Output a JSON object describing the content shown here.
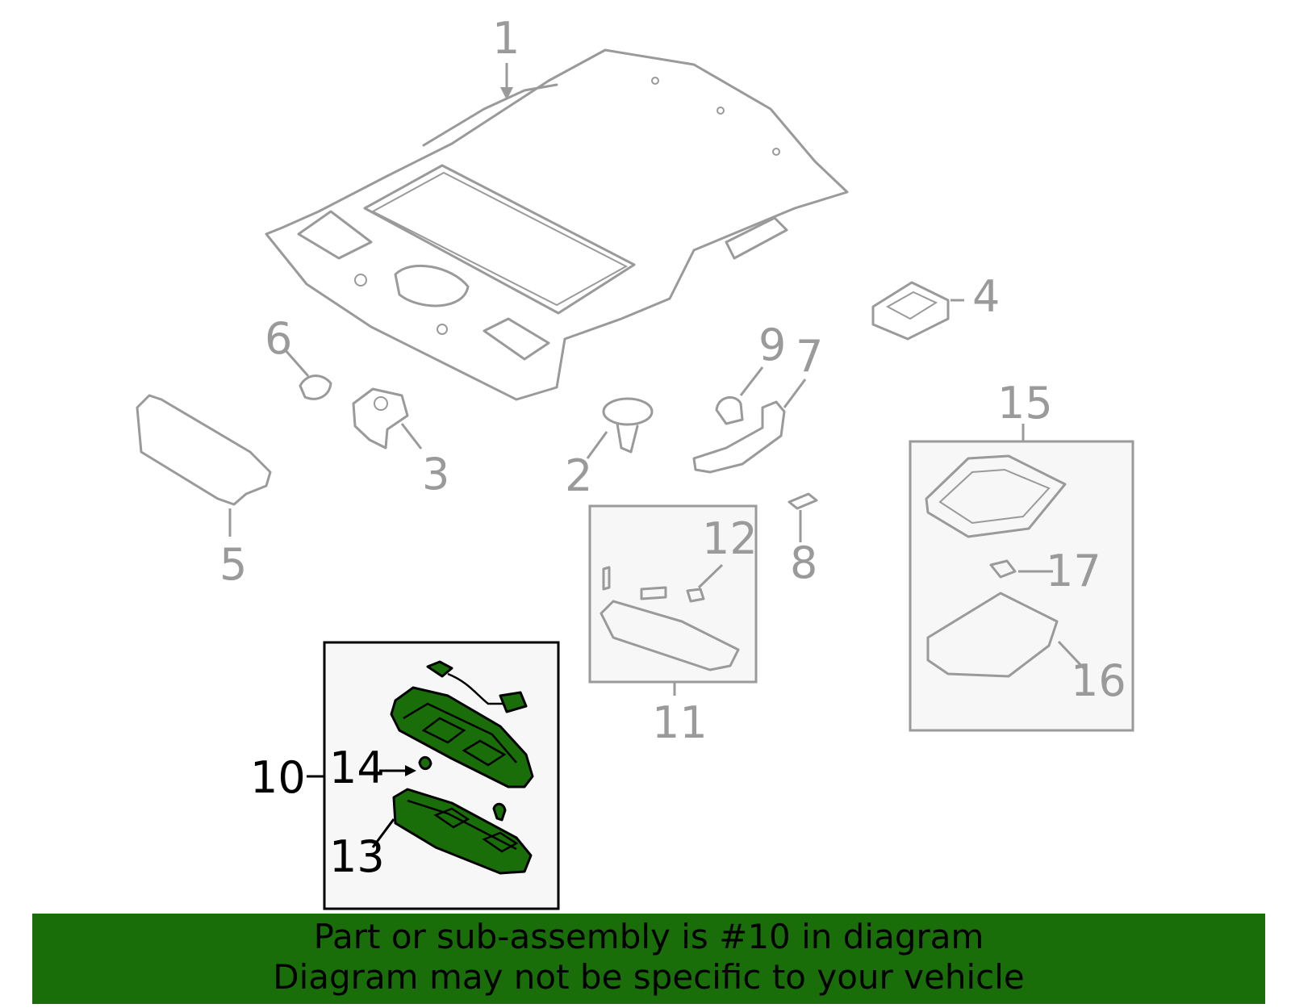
{
  "callouts": {
    "c1": "1",
    "c2": "2",
    "c3": "3",
    "c4": "4",
    "c5": "5",
    "c6": "6",
    "c7": "7",
    "c8": "8",
    "c9": "9",
    "c10": "10",
    "c11": "11",
    "c12": "12",
    "c13": "13",
    "c14": "14",
    "c15": "15",
    "c16": "16",
    "c17": "17"
  },
  "highlight_color": "#1a6e0a",
  "banner": {
    "line1": "Part or sub-assembly is #10 in diagram",
    "line2": "Diagram may not be specific to your vehicle"
  }
}
